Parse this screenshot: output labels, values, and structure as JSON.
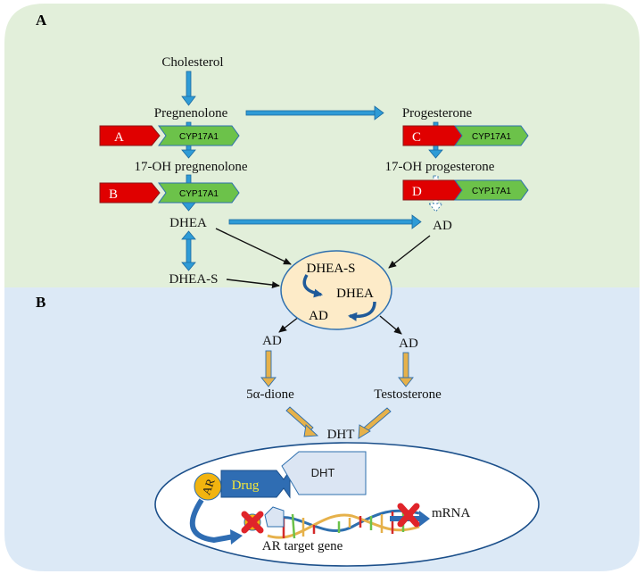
{
  "panels": {
    "a_label": "A",
    "b_label": "B"
  },
  "metabolites": {
    "cholesterol": "Cholesterol",
    "pregnenolone": "Pregnenolone",
    "progesterone": "Progesterone",
    "oh_pregnenolone": "17-OH pregnenolone",
    "oh_progesterone": "17-OH progesterone",
    "dhea": "DHEA",
    "ad_top": "AD",
    "dhea_s": "DHEA-S",
    "ad_left": "AD",
    "ad_right": "AD",
    "dione": "5α-dione",
    "testosterone": "Testosterone",
    "dht": "DHT"
  },
  "enzyme_tags": {
    "a": "A",
    "b": "B",
    "c": "C",
    "d": "D",
    "enzyme": "CYP17A1"
  },
  "cell": {
    "dhea_s": "DHEA-S",
    "dhea": "DHEA",
    "ad": "AD"
  },
  "nucleus": {
    "ar": "AR",
    "drug": "Drug",
    "dht": "DHT",
    "mrna": "mRNA",
    "target_gene": "AR target gene"
  },
  "colors": {
    "panel_a": "#e2efda",
    "panel_b": "#dce9f6",
    "blue_arrow": "#2e9bd6",
    "red_tag": "#e00000",
    "green_tag": "#6cc24a",
    "cell_fill": "#fdebc8",
    "gold_arrow": "#e6b14a",
    "drug": "#2f6db3",
    "ar": "#f2b40f",
    "cross": "#e0242a"
  }
}
